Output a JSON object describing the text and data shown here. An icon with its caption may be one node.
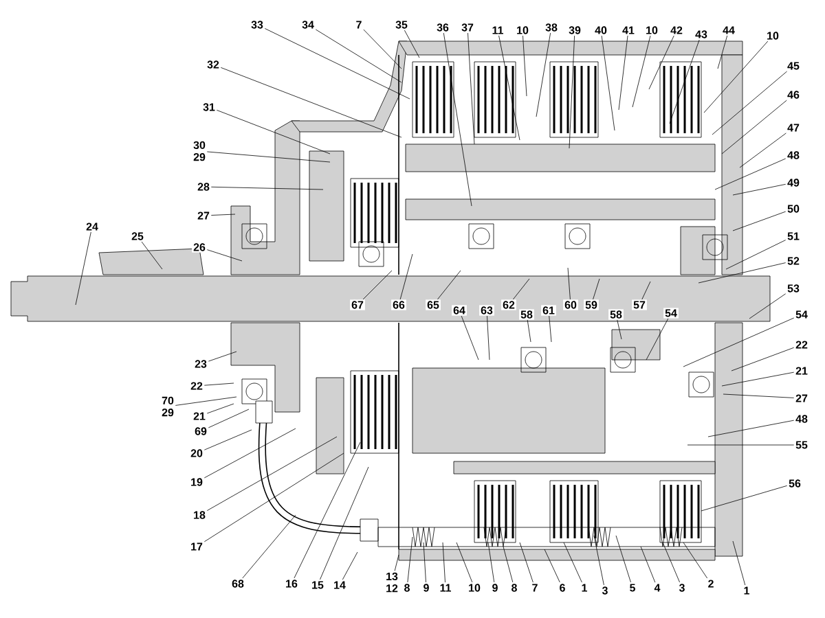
{
  "diagram": {
    "nodes": [
      {
        "text": [
          "33"
        ]
      },
      {
        "text": [
          "34"
        ]
      },
      {
        "text": [
          "7"
        ]
      },
      {
        "text": [
          "35"
        ]
      },
      {
        "text": [
          "36"
        ]
      },
      {
        "text": [
          "37"
        ]
      },
      {
        "text": [
          "11"
        ]
      },
      {
        "text": [
          "10"
        ]
      },
      {
        "text": [
          "38"
        ]
      },
      {
        "text": [
          "39"
        ]
      },
      {
        "text": [
          "40"
        ]
      },
      {
        "text": [
          "41"
        ]
      },
      {
        "text": [
          "10"
        ]
      },
      {
        "text": [
          "42"
        ]
      },
      {
        "text": [
          "43"
        ]
      },
      {
        "text": [
          "44"
        ]
      },
      {
        "text": [
          "10"
        ]
      },
      {
        "text": [
          "45"
        ]
      },
      {
        "text": [
          "46"
        ]
      },
      {
        "text": [
          "47"
        ]
      },
      {
        "text": [
          "48"
        ]
      },
      {
        "text": [
          "49"
        ]
      },
      {
        "text": [
          "50"
        ]
      },
      {
        "text": [
          "51"
        ]
      },
      {
        "text": [
          "52"
        ]
      },
      {
        "text": [
          "53"
        ]
      },
      {
        "text": [
          "32"
        ]
      },
      {
        "text": [
          "31"
        ]
      },
      {
        "text": [
          "30",
          "29"
        ]
      },
      {
        "text": [
          "28"
        ]
      },
      {
        "text": [
          "27"
        ]
      },
      {
        "text": [
          "26"
        ]
      },
      {
        "text": [
          "25"
        ]
      },
      {
        "text": [
          "24"
        ]
      },
      {
        "text": [
          "67"
        ]
      },
      {
        "text": [
          "66"
        ]
      },
      {
        "text": [
          "65"
        ]
      },
      {
        "text": [
          "64"
        ]
      },
      {
        "text": [
          "63"
        ]
      },
      {
        "text": [
          "62"
        ]
      },
      {
        "text": [
          "58"
        ]
      },
      {
        "text": [
          "61"
        ]
      },
      {
        "text": [
          "60"
        ]
      },
      {
        "text": [
          "59"
        ]
      },
      {
        "text": [
          "58"
        ]
      },
      {
        "text": [
          "57"
        ]
      },
      {
        "text": [
          "54"
        ]
      },
      {
        "text": [
          "23"
        ]
      },
      {
        "text": [
          "22"
        ]
      },
      {
        "text": [
          "70",
          "29"
        ]
      },
      {
        "text": [
          "21"
        ]
      },
      {
        "text": [
          "69"
        ]
      },
      {
        "text": [
          "20"
        ]
      },
      {
        "text": [
          "19"
        ]
      },
      {
        "text": [
          "18"
        ]
      },
      {
        "text": [
          "17"
        ]
      },
      {
        "text": [
          "54"
        ]
      },
      {
        "text": [
          "22"
        ]
      },
      {
        "text": [
          "21"
        ]
      },
      {
        "text": [
          "27"
        ]
      },
      {
        "text": [
          "48"
        ]
      },
      {
        "text": [
          "55"
        ]
      },
      {
        "text": [
          "56"
        ]
      },
      {
        "text": [
          "68"
        ]
      },
      {
        "text": [
          "16"
        ]
      },
      {
        "text": [
          "15"
        ]
      },
      {
        "text": [
          "14"
        ]
      },
      {
        "text": [
          "13",
          "12"
        ]
      },
      {
        "text": [
          "8"
        ]
      },
      {
        "text": [
          "9"
        ]
      },
      {
        "text": [
          "11"
        ]
      },
      {
        "text": [
          "10"
        ]
      },
      {
        "text": [
          "9"
        ]
      },
      {
        "text": [
          "8"
        ]
      },
      {
        "text": [
          "7"
        ]
      },
      {
        "text": [
          "6"
        ]
      },
      {
        "text": [
          "1"
        ]
      },
      {
        "text": [
          "3"
        ]
      },
      {
        "text": [
          "5"
        ]
      },
      {
        "text": [
          "4"
        ]
      },
      {
        "text": [
          "3"
        ]
      },
      {
        "text": [
          "2"
        ]
      },
      {
        "text": [
          "1"
        ]
      }
    ],
    "edges": [
      {
        "from": 0,
        "to": null,
        "arrow": "none"
      },
      {
        "from": 1,
        "to": null,
        "arrow": "none"
      },
      {
        "from": 2,
        "to": null,
        "arrow": "none"
      },
      {
        "from": 3,
        "to": null,
        "arrow": "none"
      },
      {
        "from": 4,
        "to": null,
        "arrow": "none"
      },
      {
        "from": 5,
        "to": null,
        "arrow": "none"
      },
      {
        "from": 6,
        "to": null,
        "arrow": "none"
      },
      {
        "from": 7,
        "to": null,
        "arrow": "none"
      },
      {
        "from": 8,
        "to": null,
        "arrow": "none"
      },
      {
        "from": 9,
        "to": null,
        "arrow": "none"
      },
      {
        "from": 10,
        "to": null,
        "arrow": "none"
      },
      {
        "from": 11,
        "to": null,
        "arrow": "none"
      },
      {
        "from": 12,
        "to": null,
        "arrow": "none"
      },
      {
        "from": 13,
        "to": null,
        "arrow": "none"
      },
      {
        "from": 14,
        "to": null,
        "arrow": "none"
      },
      {
        "from": 15,
        "to": null,
        "arrow": "none"
      },
      {
        "from": 16,
        "to": null,
        "arrow": "none"
      },
      {
        "from": 17,
        "to": null,
        "arrow": "none"
      },
      {
        "from": 18,
        "to": null,
        "arrow": "none"
      },
      {
        "from": 19,
        "to": null,
        "arrow": "none"
      },
      {
        "from": 20,
        "to": null,
        "arrow": "none"
      },
      {
        "from": 21,
        "to": null,
        "arrow": "none"
      },
      {
        "from": 22,
        "to": null,
        "arrow": "none"
      },
      {
        "from": 23,
        "to": null,
        "arrow": "none"
      },
      {
        "from": 24,
        "to": null,
        "arrow": "none"
      },
      {
        "from": 25,
        "to": null,
        "arrow": "none"
      },
      {
        "from": 26,
        "to": null,
        "arrow": "none"
      },
      {
        "from": 27,
        "to": null,
        "arrow": "none"
      },
      {
        "from": 28,
        "to": null,
        "arrow": "none"
      },
      {
        "from": 29,
        "to": null,
        "arrow": "none"
      },
      {
        "from": 30,
        "to": null,
        "arrow": "none"
      },
      {
        "from": 31,
        "to": null,
        "arrow": "none"
      },
      {
        "from": 32,
        "to": null,
        "arrow": "none"
      },
      {
        "from": 33,
        "to": null,
        "arrow": "none"
      },
      {
        "from": 34,
        "to": null,
        "arrow": "none"
      },
      {
        "from": 35,
        "to": null,
        "arrow": "none"
      },
      {
        "from": 36,
        "to": null,
        "arrow": "none"
      },
      {
        "from": 37,
        "to": null,
        "arrow": "none"
      },
      {
        "from": 38,
        "to": null,
        "arrow": "none"
      },
      {
        "from": 39,
        "to": null,
        "arrow": "none"
      },
      {
        "from": 40,
        "to": null,
        "arrow": "none"
      },
      {
        "from": 41,
        "to": null,
        "arrow": "none"
      },
      {
        "from": 42,
        "to": null,
        "arrow": "none"
      },
      {
        "from": 43,
        "to": null,
        "arrow": "none"
      },
      {
        "from": 44,
        "to": null,
        "arrow": "none"
      },
      {
        "from": 45,
        "to": null,
        "arrow": "none"
      },
      {
        "from": 46,
        "to": null,
        "arrow": "none"
      },
      {
        "from": 47,
        "to": null,
        "arrow": "none"
      },
      {
        "from": 48,
        "to": null,
        "arrow": "none"
      },
      {
        "from": 49,
        "to": null,
        "arrow": "none"
      },
      {
        "from": 50,
        "to": null,
        "arrow": "none"
      },
      {
        "from": 51,
        "to": null,
        "arrow": "none"
      },
      {
        "from": 52,
        "to": null,
        "arrow": "none"
      },
      {
        "from": 53,
        "to": null,
        "arrow": "none"
      },
      {
        "from": 54,
        "to": null,
        "arrow": "none"
      },
      {
        "from": 55,
        "to": null,
        "arrow": "none"
      },
      {
        "from": 56,
        "to": null,
        "arrow": "none"
      },
      {
        "from": 57,
        "to": null,
        "arrow": "none"
      },
      {
        "from": 58,
        "to": null,
        "arrow": "none"
      },
      {
        "from": 59,
        "to": null,
        "arrow": "none"
      },
      {
        "from": 60,
        "to": null,
        "arrow": "none"
      },
      {
        "from": 61,
        "to": null,
        "arrow": "none"
      },
      {
        "from": 62,
        "to": null,
        "arrow": "none"
      },
      {
        "from": 63,
        "to": null,
        "arrow": "none"
      },
      {
        "from": 64,
        "to": null,
        "arrow": "none"
      },
      {
        "from": 65,
        "to": null,
        "arrow": "none"
      },
      {
        "from": 66,
        "to": null,
        "arrow": "none"
      },
      {
        "from": 67,
        "to": null,
        "arrow": "none"
      },
      {
        "from": 68,
        "to": null,
        "arrow": "none"
      },
      {
        "from": 69,
        "to": null,
        "arrow": "none"
      },
      {
        "from": 70,
        "to": null,
        "arrow": "none"
      },
      {
        "from": 71,
        "to": null,
        "arrow": "none"
      },
      {
        "from": 72,
        "to": null,
        "arrow": "none"
      },
      {
        "from": 73,
        "to": null,
        "arrow": "none"
      },
      {
        "from": 74,
        "to": null,
        "arrow": "none"
      },
      {
        "from": 75,
        "to": null,
        "arrow": "none"
      },
      {
        "from": 76,
        "to": null,
        "arrow": "none"
      },
      {
        "from": 77,
        "to": null,
        "arrow": "none"
      },
      {
        "from": 78,
        "to": null,
        "arrow": "none"
      },
      {
        "from": 79,
        "to": null,
        "arrow": "none"
      },
      {
        "from": 80,
        "to": null,
        "arrow": "none"
      },
      {
        "from": 81,
        "to": null,
        "arrow": "none"
      },
      {
        "from": 82,
        "to": null,
        "arrow": "none"
      }
    ]
  }
}
